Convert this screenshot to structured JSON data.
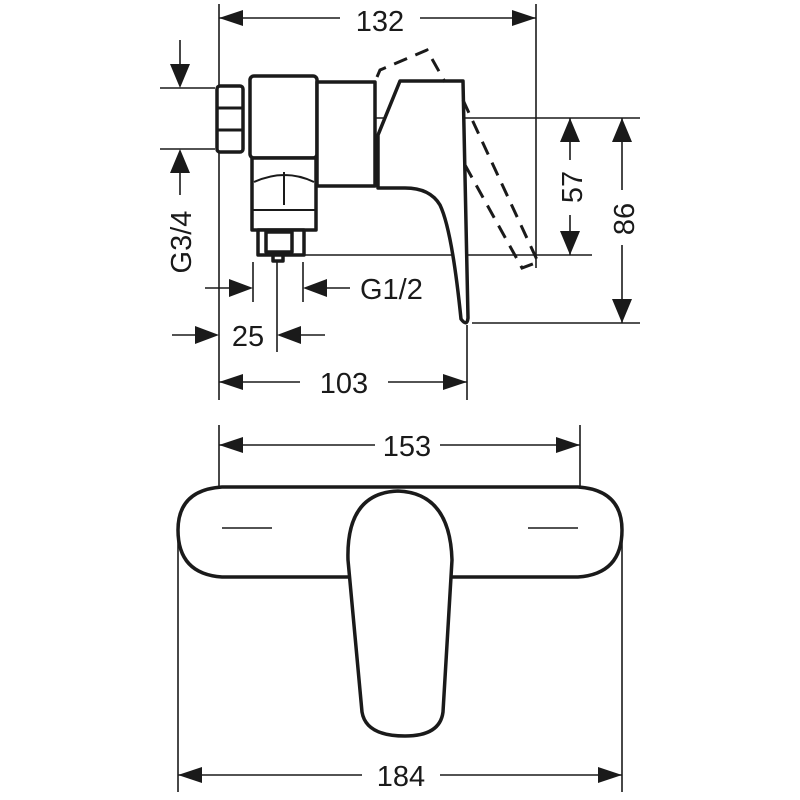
{
  "drawing": {
    "dimensions": {
      "width_top": "132",
      "depth_handle": "57",
      "depth_total": "86",
      "inlet_thread": "G3/4",
      "outlet_thread": "G1/2",
      "outlet_offset": "25",
      "projection": "103",
      "plate_inner": "153",
      "plate_width": "184"
    }
  }
}
